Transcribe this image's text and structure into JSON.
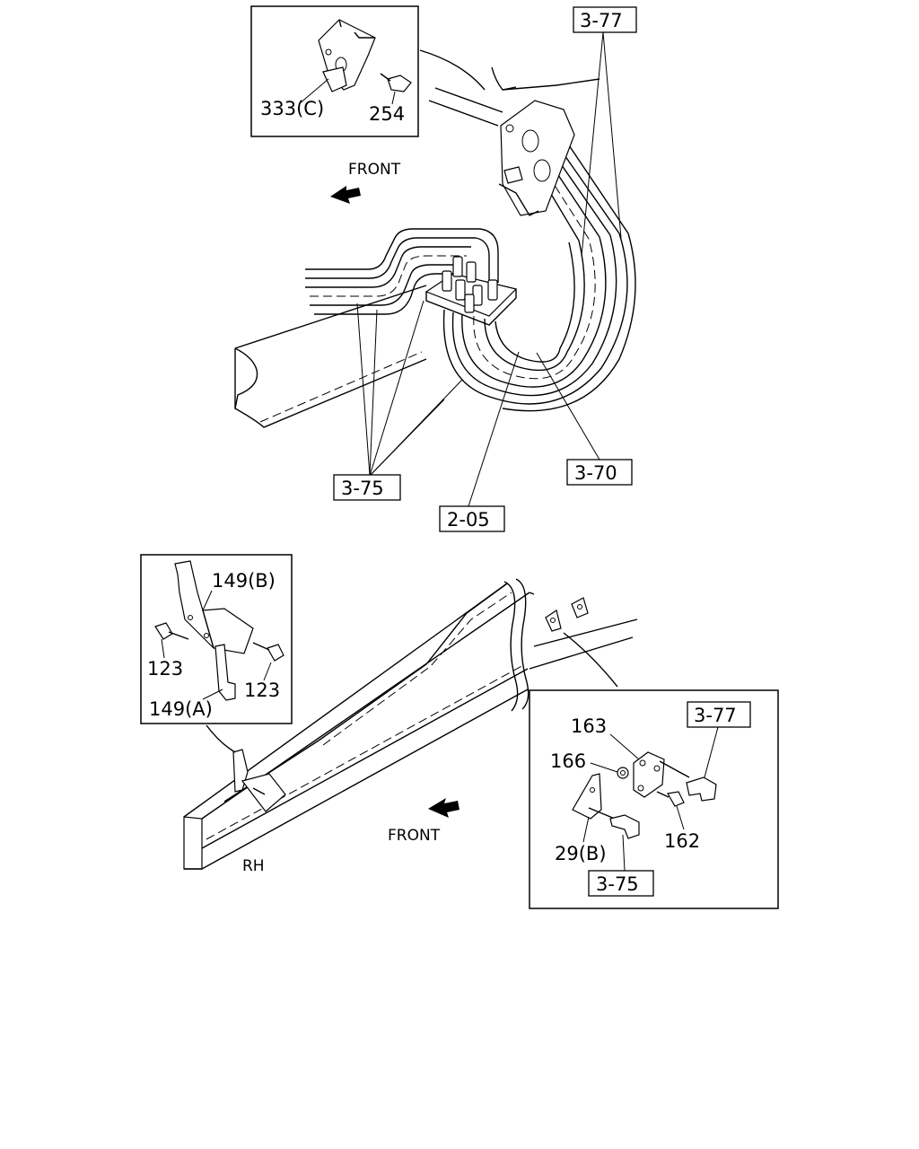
{
  "labels": {
    "front_top": "FRONT",
    "front_bottom": "FRONT",
    "rh": "RH"
  },
  "refs": {
    "r3_77_top": "3-77",
    "r3_75_top": "3-75",
    "r3_70": "3-70",
    "r2_05": "2-05",
    "r3_77_inset": "3-77",
    "r3_75_inset": "3-75"
  },
  "parts": {
    "p333c": "333(C)",
    "p254": "254",
    "p149b": "149(B)",
    "p149a": "149(A)",
    "p123_left": "123",
    "p123_right": "123",
    "p163": "163",
    "p166": "166",
    "p162": "162",
    "p29b": "29(B)"
  }
}
